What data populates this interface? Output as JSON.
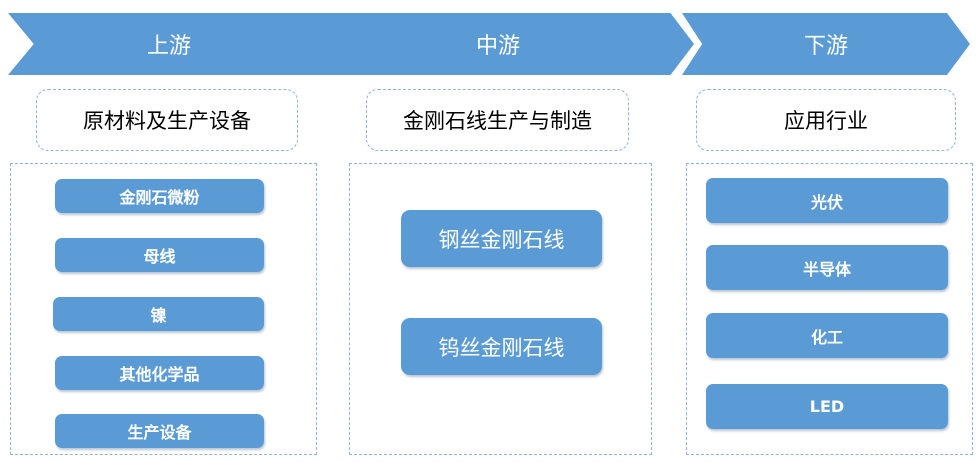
{
  "stages": {
    "upstream": {
      "title": "上游",
      "header": "原材料及生产设备",
      "items": [
        "金刚石微粉",
        "母线",
        "镍",
        "其他化学品",
        "生产设备"
      ]
    },
    "midstream": {
      "title": "中游",
      "header": "金刚石线生产与制造",
      "items": [
        "钢丝金刚石线",
        "钨丝金刚石线"
      ]
    },
    "downstream": {
      "title": "下游",
      "header": "应用行业",
      "items": [
        "光伏",
        "半导体",
        "化工",
        "LED"
      ]
    }
  },
  "colors": {
    "accent": "#5b9bd5",
    "dashed_border": "#8fb3d9"
  }
}
